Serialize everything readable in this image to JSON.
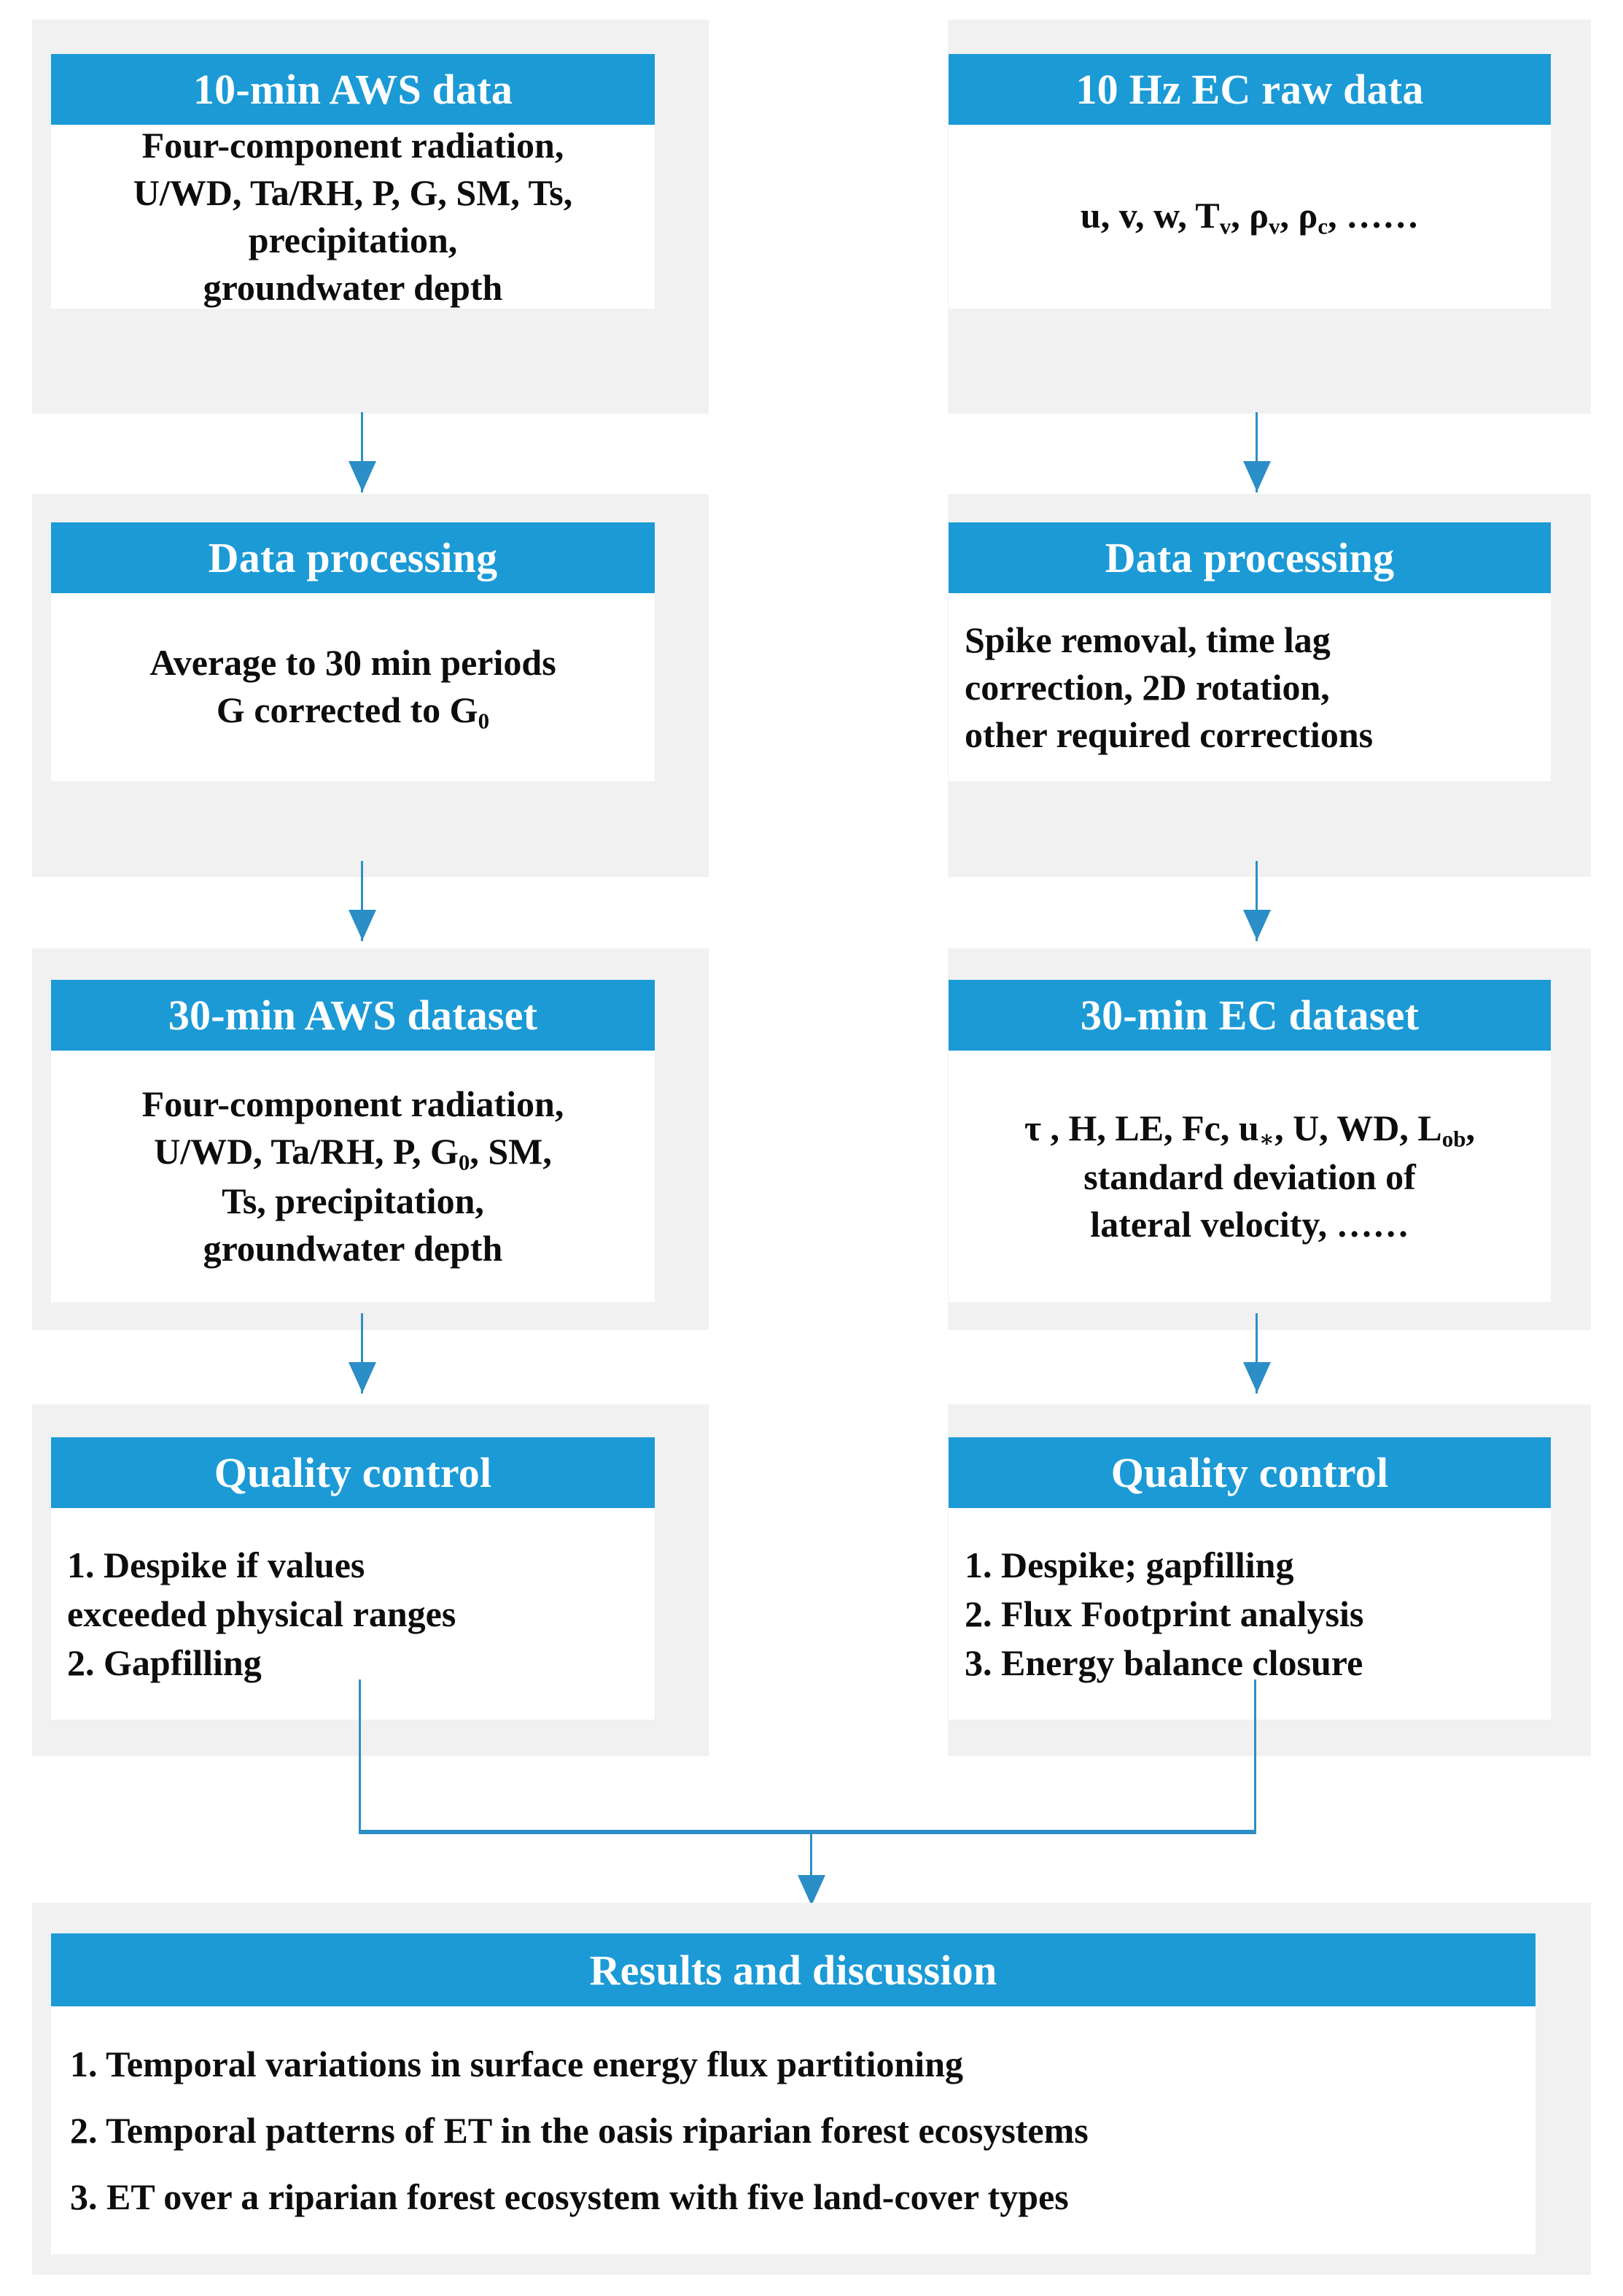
{
  "diagram": {
    "title": "Data processing and analysis workflow flowchart",
    "accent_color": "#1b9ad6",
    "panel_color": "#f1f1f1",
    "connector_color": "#2f8fc4",
    "body_text_color": "#0d0d0d",
    "header_text_color": "#ffffff"
  },
  "nodes": {
    "aws_raw": {
      "header": "10-min AWS data",
      "lines": [
        "Four-component radiation,",
        "U/WD, Ta/RH, P, G, SM, Ts,",
        "precipitation,",
        "groundwater depth"
      ]
    },
    "ec_raw": {
      "header": "10 Hz EC raw data",
      "lines": [
        "u, v, w, T|v, ρ|v, ρ|c, ……"
      ]
    },
    "aws_processing": {
      "header": "Data processing",
      "lines": [
        "Average  to 30 min periods",
        "G corrected to G|0"
      ]
    },
    "ec_processing": {
      "header": "Data processing",
      "lines": [
        "Spike removal, time lag",
        "correction, 2D rotation,",
        "other required corrections"
      ]
    },
    "aws_dataset": {
      "header": "30-min AWS dataset",
      "lines": [
        "Four-component radiation,",
        "U/WD, Ta/RH, P, G|0, SM,",
        "Ts, precipitation,",
        "groundwater depth"
      ]
    },
    "ec_dataset": {
      "header": "30-min EC dataset",
      "lines": [
        "τ , H, LE, Fc, u|∗, U, WD, L|ob,",
        "standard deviation of",
        "lateral velocity, ……"
      ]
    },
    "aws_qc": {
      "header": "Quality control",
      "lines": [
        "1. Despike if values",
        "exceeded physical ranges",
        "2. Gapfilling"
      ]
    },
    "ec_qc": {
      "header": "Quality control",
      "lines": [
        "1. Despike; gapfilling",
        "2. Flux Footprint analysis",
        "3. Energy balance closure"
      ]
    },
    "results": {
      "header": "Results and discussion",
      "lines": [
        "1. Temporal variations in surface energy flux partitioning",
        "2. Temporal patterns of ET in the oasis riparian forest ecosystems",
        "3. ET over a riparian forest ecosystem with five land-cover types"
      ]
    }
  }
}
